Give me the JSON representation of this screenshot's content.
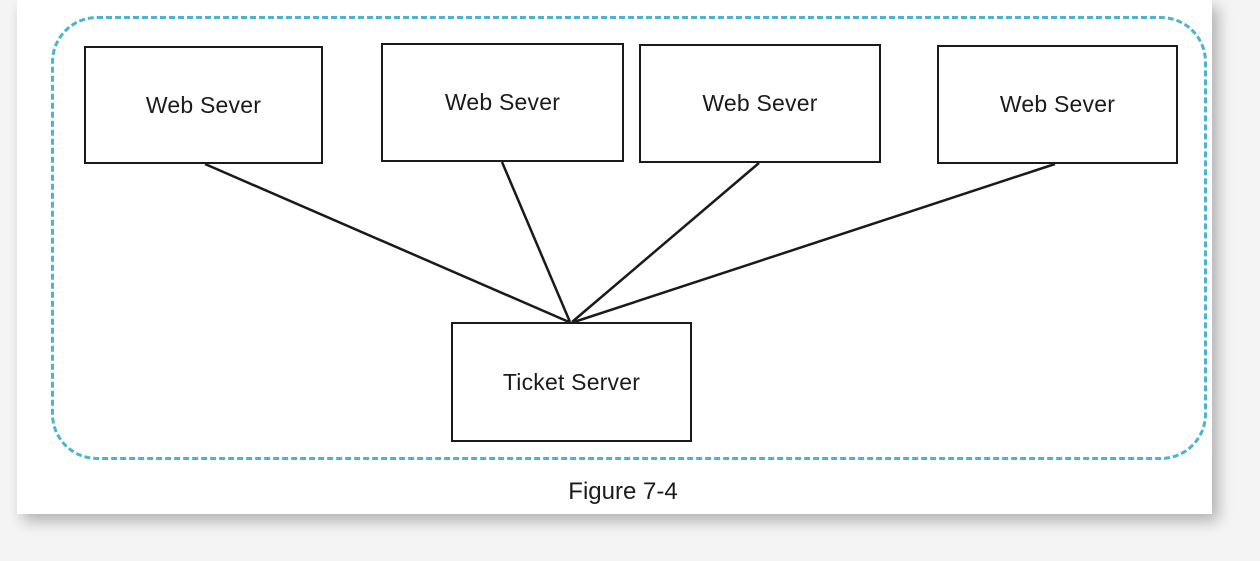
{
  "figure": {
    "caption": "Figure 7-4",
    "type": "architecture-diagram",
    "background_color": "#f4f4f4",
    "page_color": "#ffffff",
    "boundary_color": "#4bb4d1",
    "node_border_color": "#1a1a1a",
    "connector_color": "#1a1a1a"
  },
  "nodes": [
    {
      "id": "web-server-1",
      "label": "Web Sever",
      "role": "web-server"
    },
    {
      "id": "web-server-2",
      "label": "Web Sever",
      "role": "web-server"
    },
    {
      "id": "web-server-3",
      "label": "Web Sever",
      "role": "web-server"
    },
    {
      "id": "web-server-4",
      "label": "Web Sever",
      "role": "web-server"
    },
    {
      "id": "ticket-server",
      "label": "Ticket Server",
      "role": "ticket-server"
    }
  ],
  "edges": [
    {
      "from": "web-server-1",
      "to": "ticket-server"
    },
    {
      "from": "web-server-2",
      "to": "ticket-server"
    },
    {
      "from": "web-server-3",
      "to": "ticket-server"
    },
    {
      "from": "web-server-4",
      "to": "ticket-server"
    }
  ]
}
